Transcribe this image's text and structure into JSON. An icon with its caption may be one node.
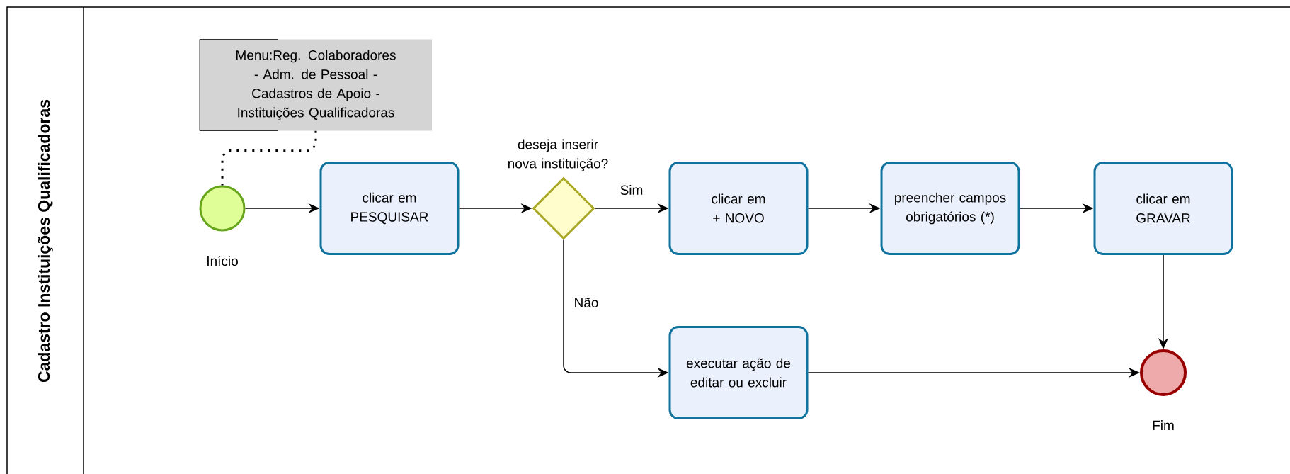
{
  "diagram": {
    "nodes": [
      {
        "text": [
          "Cadastro Instituições Qualificadoras"
        ]
      },
      {
        "text": [
          "Menu:Reg. Colaboradores - Adm. de Pessoal - Cadastros de Apoio - Instituições Qualificadoras"
        ],
        "in": 0
      },
      {
        "text": [],
        "shape": "circle",
        "beside": [
          "Início"
        ],
        "in": 0
      },
      {
        "text": [
          "clicar em PESQUISAR"
        ],
        "in": 0
      },
      {
        "text": [],
        "shape": "diamond",
        "beside": [
          "deseja inserir nova instituição?"
        ],
        "in": 0
      },
      {
        "text": [
          "clicar em + NOVO"
        ],
        "in": 0
      },
      {
        "text": [
          "preencher campos obrigatórios (*)"
        ],
        "in": 0
      },
      {
        "text": [
          "clicar em GRAVAR"
        ],
        "in": 0
      },
      {
        "text": [
          "executar ação de editar ou excluir"
        ],
        "in": 0
      },
      {
        "text": [],
        "shape": "circle",
        "beside": [
          "Fim"
        ],
        "in": 0
      }
    ],
    "edges": [
      {
        "from": 1,
        "to": 2,
        "arrow": "none",
        "style": "dashed"
      },
      {
        "from": 2,
        "to": 3,
        "arrow": "to"
      },
      {
        "from": 3,
        "to": 4,
        "arrow": "to"
      },
      {
        "from": 4,
        "to": 5,
        "arrow": "to",
        "label": "Sim"
      },
      {
        "from": 5,
        "to": 6,
        "arrow": "to"
      },
      {
        "from": 6,
        "to": 7,
        "arrow": "to"
      },
      {
        "from": 7,
        "to": 9,
        "arrow": "to"
      },
      {
        "from": 4,
        "to": 8,
        "arrow": "to",
        "label": "Não"
      },
      {
        "from": 8,
        "to": 9,
        "arrow": "to"
      }
    ]
  }
}
